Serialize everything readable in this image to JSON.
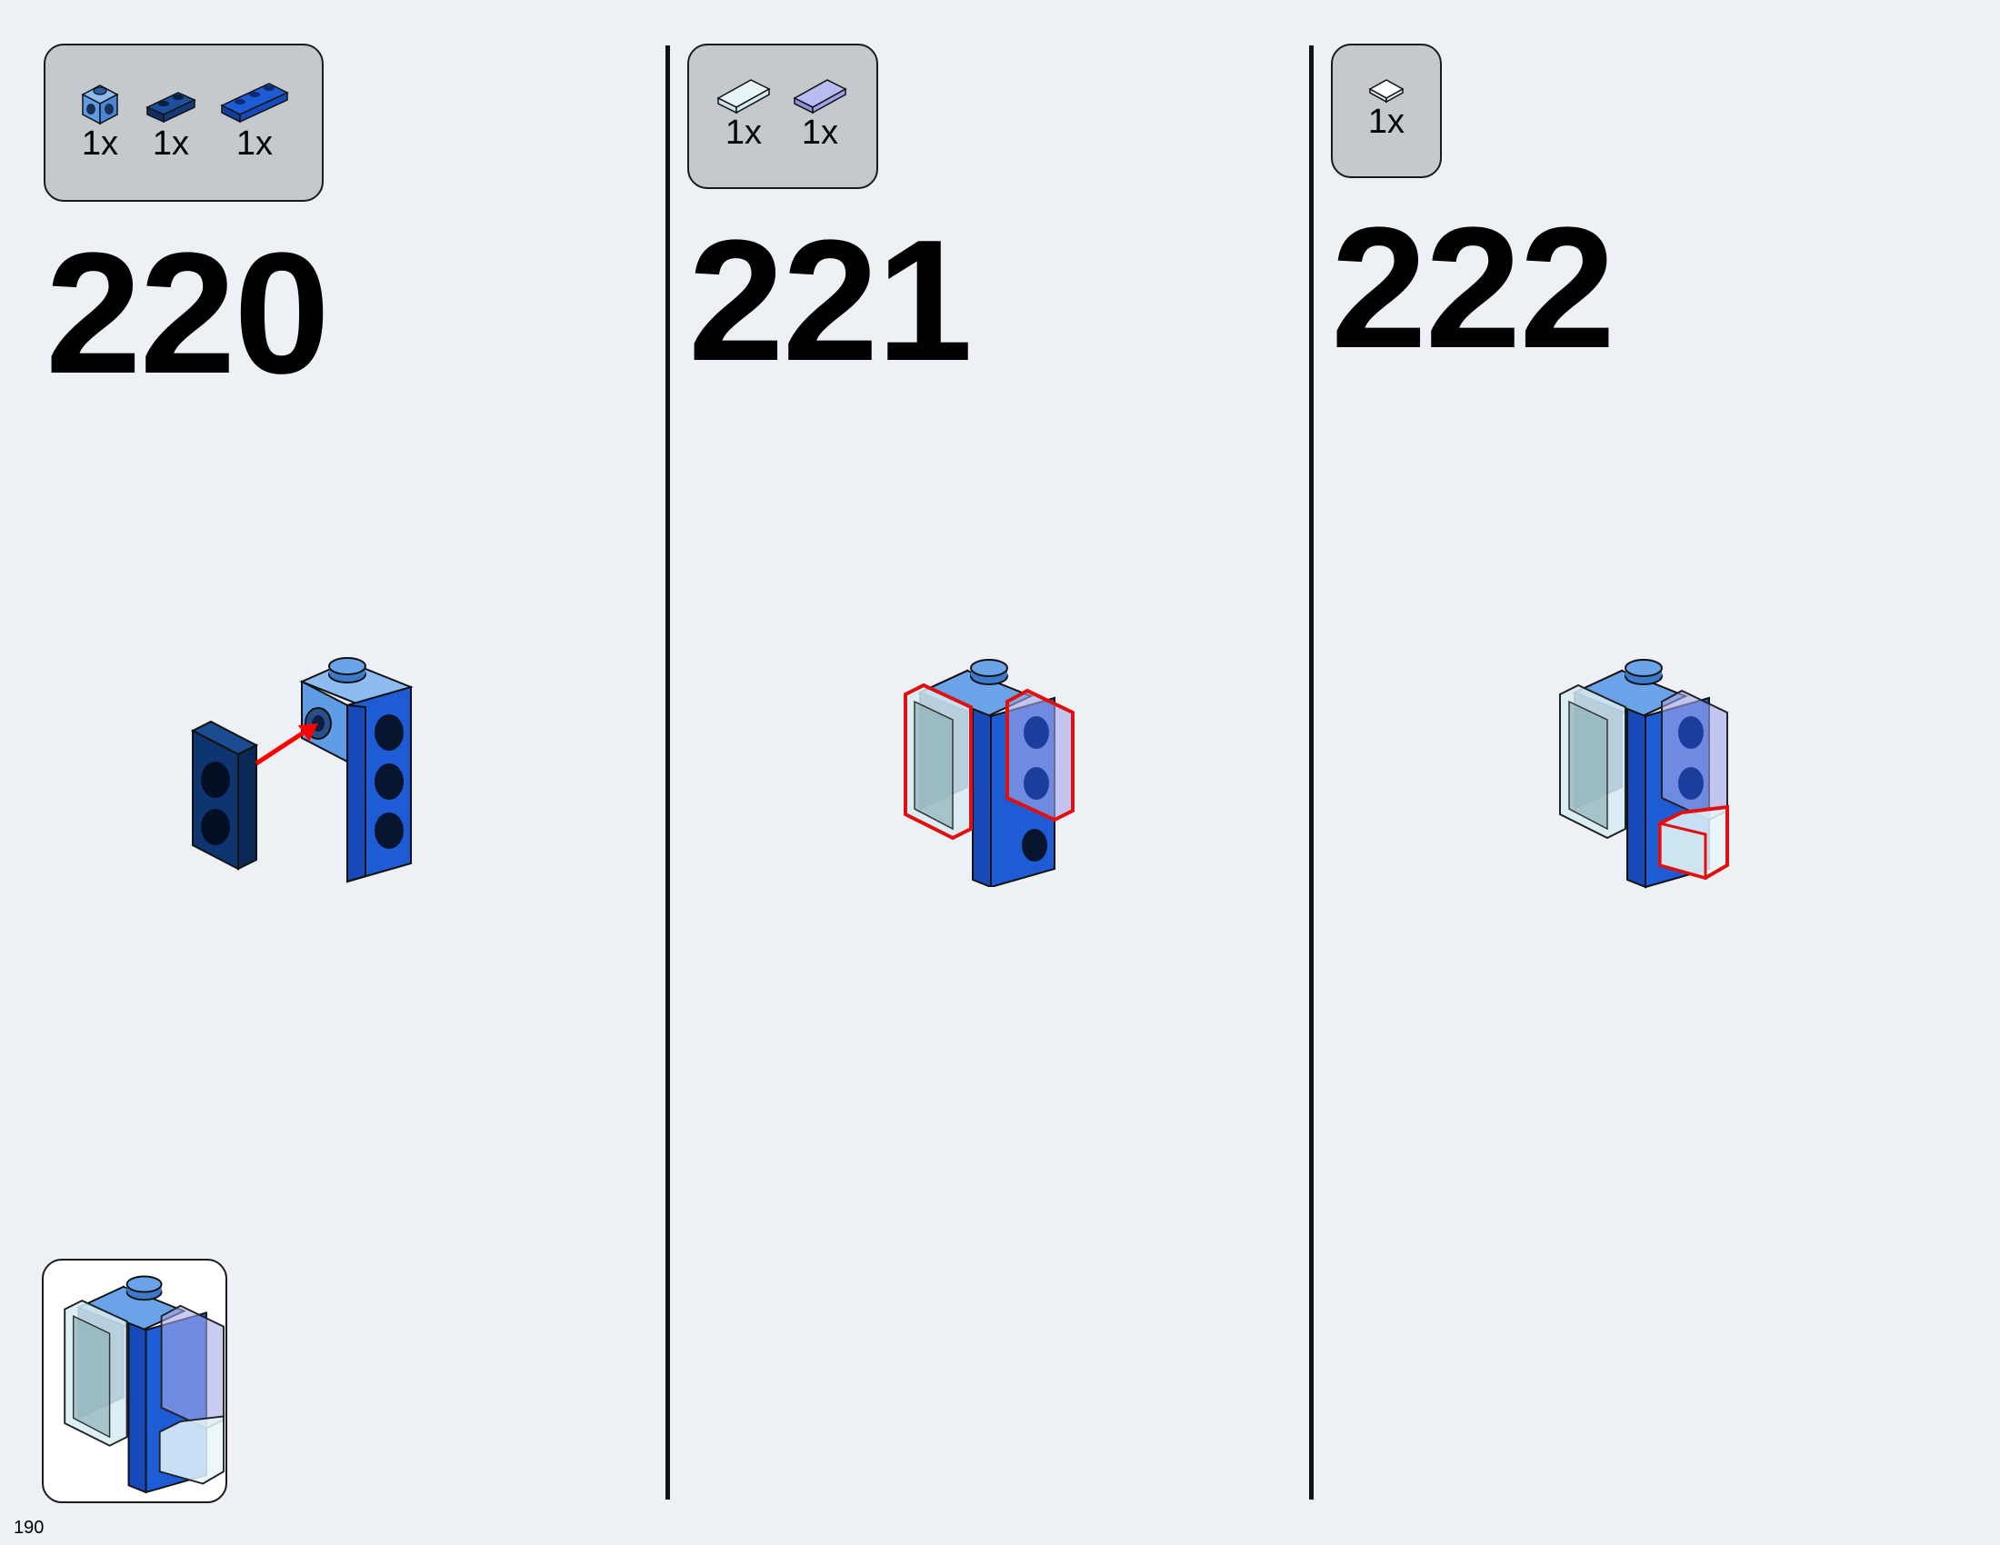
{
  "page": {
    "number": "190"
  },
  "colors": {
    "blue": "#1e5cd6",
    "light_blue": "#5f9ce6",
    "dark_blue": "#103a78",
    "trans_clear": "#d6ecf2",
    "trans_purple": "#a5a8e8",
    "arrow_red": "#ff0000",
    "highlight_red": "#e01010"
  },
  "steps": [
    {
      "number": "220",
      "parts": [
        {
          "qty": "1x",
          "icon": "brick-1x1-studs-side-icon"
        },
        {
          "qty": "1x",
          "icon": "plate-1x2-icon"
        },
        {
          "qty": "1x",
          "icon": "plate-1x3-icon"
        }
      ]
    },
    {
      "number": "221",
      "parts": [
        {
          "qty": "1x",
          "icon": "tile-1x2-trans-clear-icon"
        },
        {
          "qty": "1x",
          "icon": "tile-1x2-trans-purple-icon"
        }
      ]
    },
    {
      "number": "222",
      "parts": [
        {
          "qty": "1x",
          "icon": "tile-1x1-trans-clear-icon"
        }
      ]
    }
  ]
}
